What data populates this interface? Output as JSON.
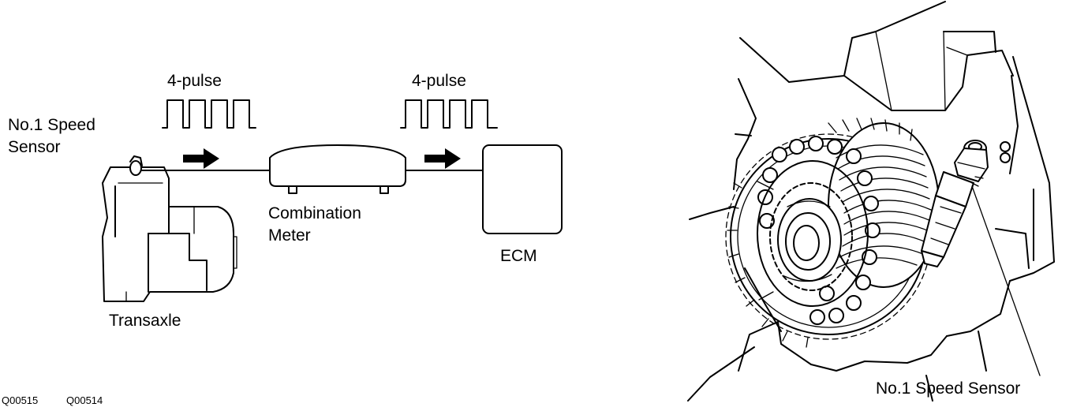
{
  "labels": {
    "speed_sensor_left": [
      "No.1 Speed",
      "Sensor"
    ],
    "pulse_left": "4-pulse",
    "pulse_right": "4-pulse",
    "combination_meter": [
      "Combination",
      "Meter"
    ],
    "ecm": "ECM",
    "transaxle": "Transaxle",
    "speed_sensor_right": "No.1 Speed Sensor"
  },
  "figure_codes": [
    "Q00515",
    "Q00514"
  ],
  "colors": {
    "ink": "#000000",
    "paper": "#ffffff"
  }
}
